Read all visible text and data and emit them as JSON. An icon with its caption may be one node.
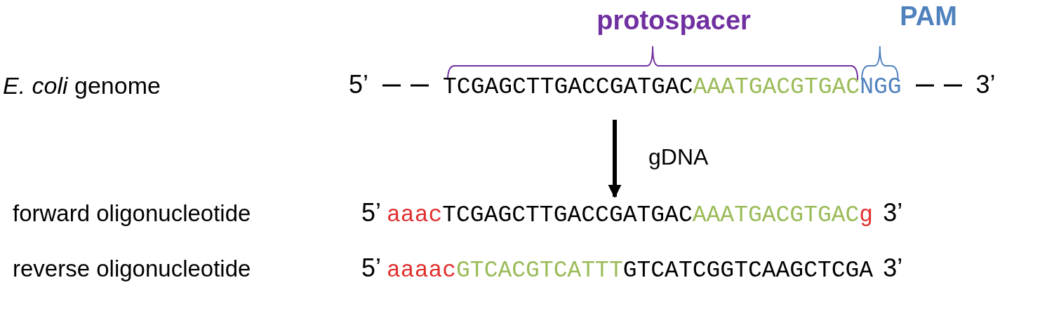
{
  "diagram": {
    "nodes": [
      {
        "text": [
          "5’",
          "TCGAGCTTGACCGATGAC",
          "AAATGACGTGAC",
          "NGG",
          "3’"
        ]
      },
      {
        "text": [
          "5’",
          "aaac",
          "TCGAGCTTGACCGATGAC",
          "AAATGACGTGAC",
          "g",
          "3’"
        ]
      },
      {
        "text": [
          "5’",
          "aaaac",
          "GTCACGTCATTT",
          "GTCATCGGTCAAGCTCGA",
          "3’"
        ]
      }
    ],
    "edges": [
      {
        "from": 0,
        "to": 1,
        "arrow": "to",
        "label": "gDNA"
      }
    ],
    "labels": [
      "*E. coli* genome",
      "protospacer",
      "PAM",
      "forward oligonucleotide",
      "reverse oligonucleotide"
    ]
  }
}
